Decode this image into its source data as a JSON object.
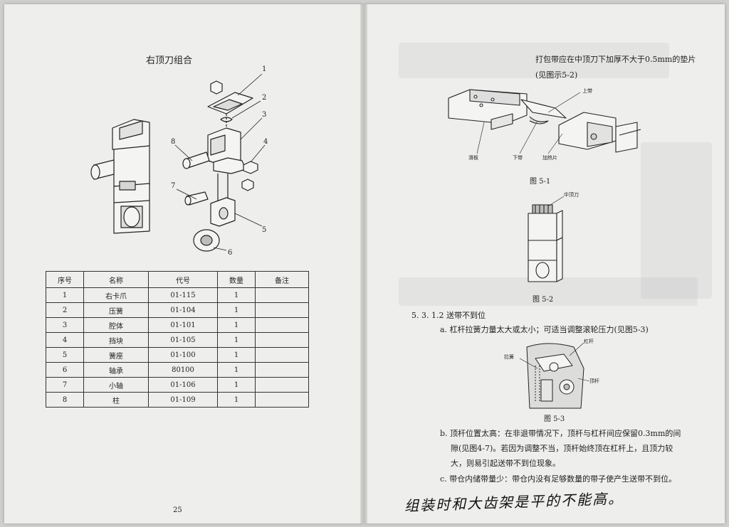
{
  "left_page": {
    "title": "右顶刀组合",
    "callouts": [
      "1",
      "2",
      "3",
      "4",
      "5",
      "6",
      "7",
      "8"
    ],
    "table": {
      "headers": [
        "序号",
        "名称",
        "代号",
        "数量",
        "备注"
      ],
      "rows": [
        [
          "1",
          "右卡爪",
          "01-115",
          "1",
          ""
        ],
        [
          "2",
          "压簧",
          "01-104",
          "1",
          ""
        ],
        [
          "3",
          "腔体",
          "01-101",
          "1",
          ""
        ],
        [
          "4",
          "挡块",
          "01-105",
          "1",
          ""
        ],
        [
          "5",
          "簧座",
          "01-100",
          "1",
          ""
        ],
        [
          "6",
          "轴承",
          "80100",
          "1",
          ""
        ],
        [
          "7",
          "小轴",
          "01-106",
          "1",
          ""
        ],
        [
          "8",
          "柱",
          "01-109",
          "1",
          ""
        ]
      ]
    },
    "page_number": "25"
  },
  "right_page": {
    "intro_line1": "打包带应在中顶刀下加厚不大于0.5mm的垫片",
    "intro_line2": "(见图示5-2)",
    "fig1": {
      "caption": "图 5-1",
      "labels": {
        "upper": "上带",
        "slide": "滑板",
        "lower": "下带",
        "heater": "加热片"
      }
    },
    "fig2": {
      "caption": "图 5-2",
      "label": "中顶刀"
    },
    "section_heading": "5. 3. 1.2  送带不到位",
    "item_a": "a. 杠杆拉簧力量太大或太小；可适当调整滚轮压力(见图5-3)",
    "fig3": {
      "caption": "图 5-3",
      "labels": {
        "spring": "拉簧",
        "lever": "杠杆",
        "rod": "顶杆"
      }
    },
    "item_b_line1": "b. 顶杆位置太高：在非退带情况下，顶杆与杠杆间应保留0.3mm的间",
    "item_b_line2": "隙(见图4-7)。若因为调整不当，顶杆始终顶在杠杆上，且顶力较",
    "item_b_line3": "大，则易引起送带不到位现象。",
    "item_c": "c. 带仓内储带量少：带仓内没有足够数量的带子使产生送带不到位。",
    "handwritten_note": "组装时和大齿架是平的不能高。"
  }
}
